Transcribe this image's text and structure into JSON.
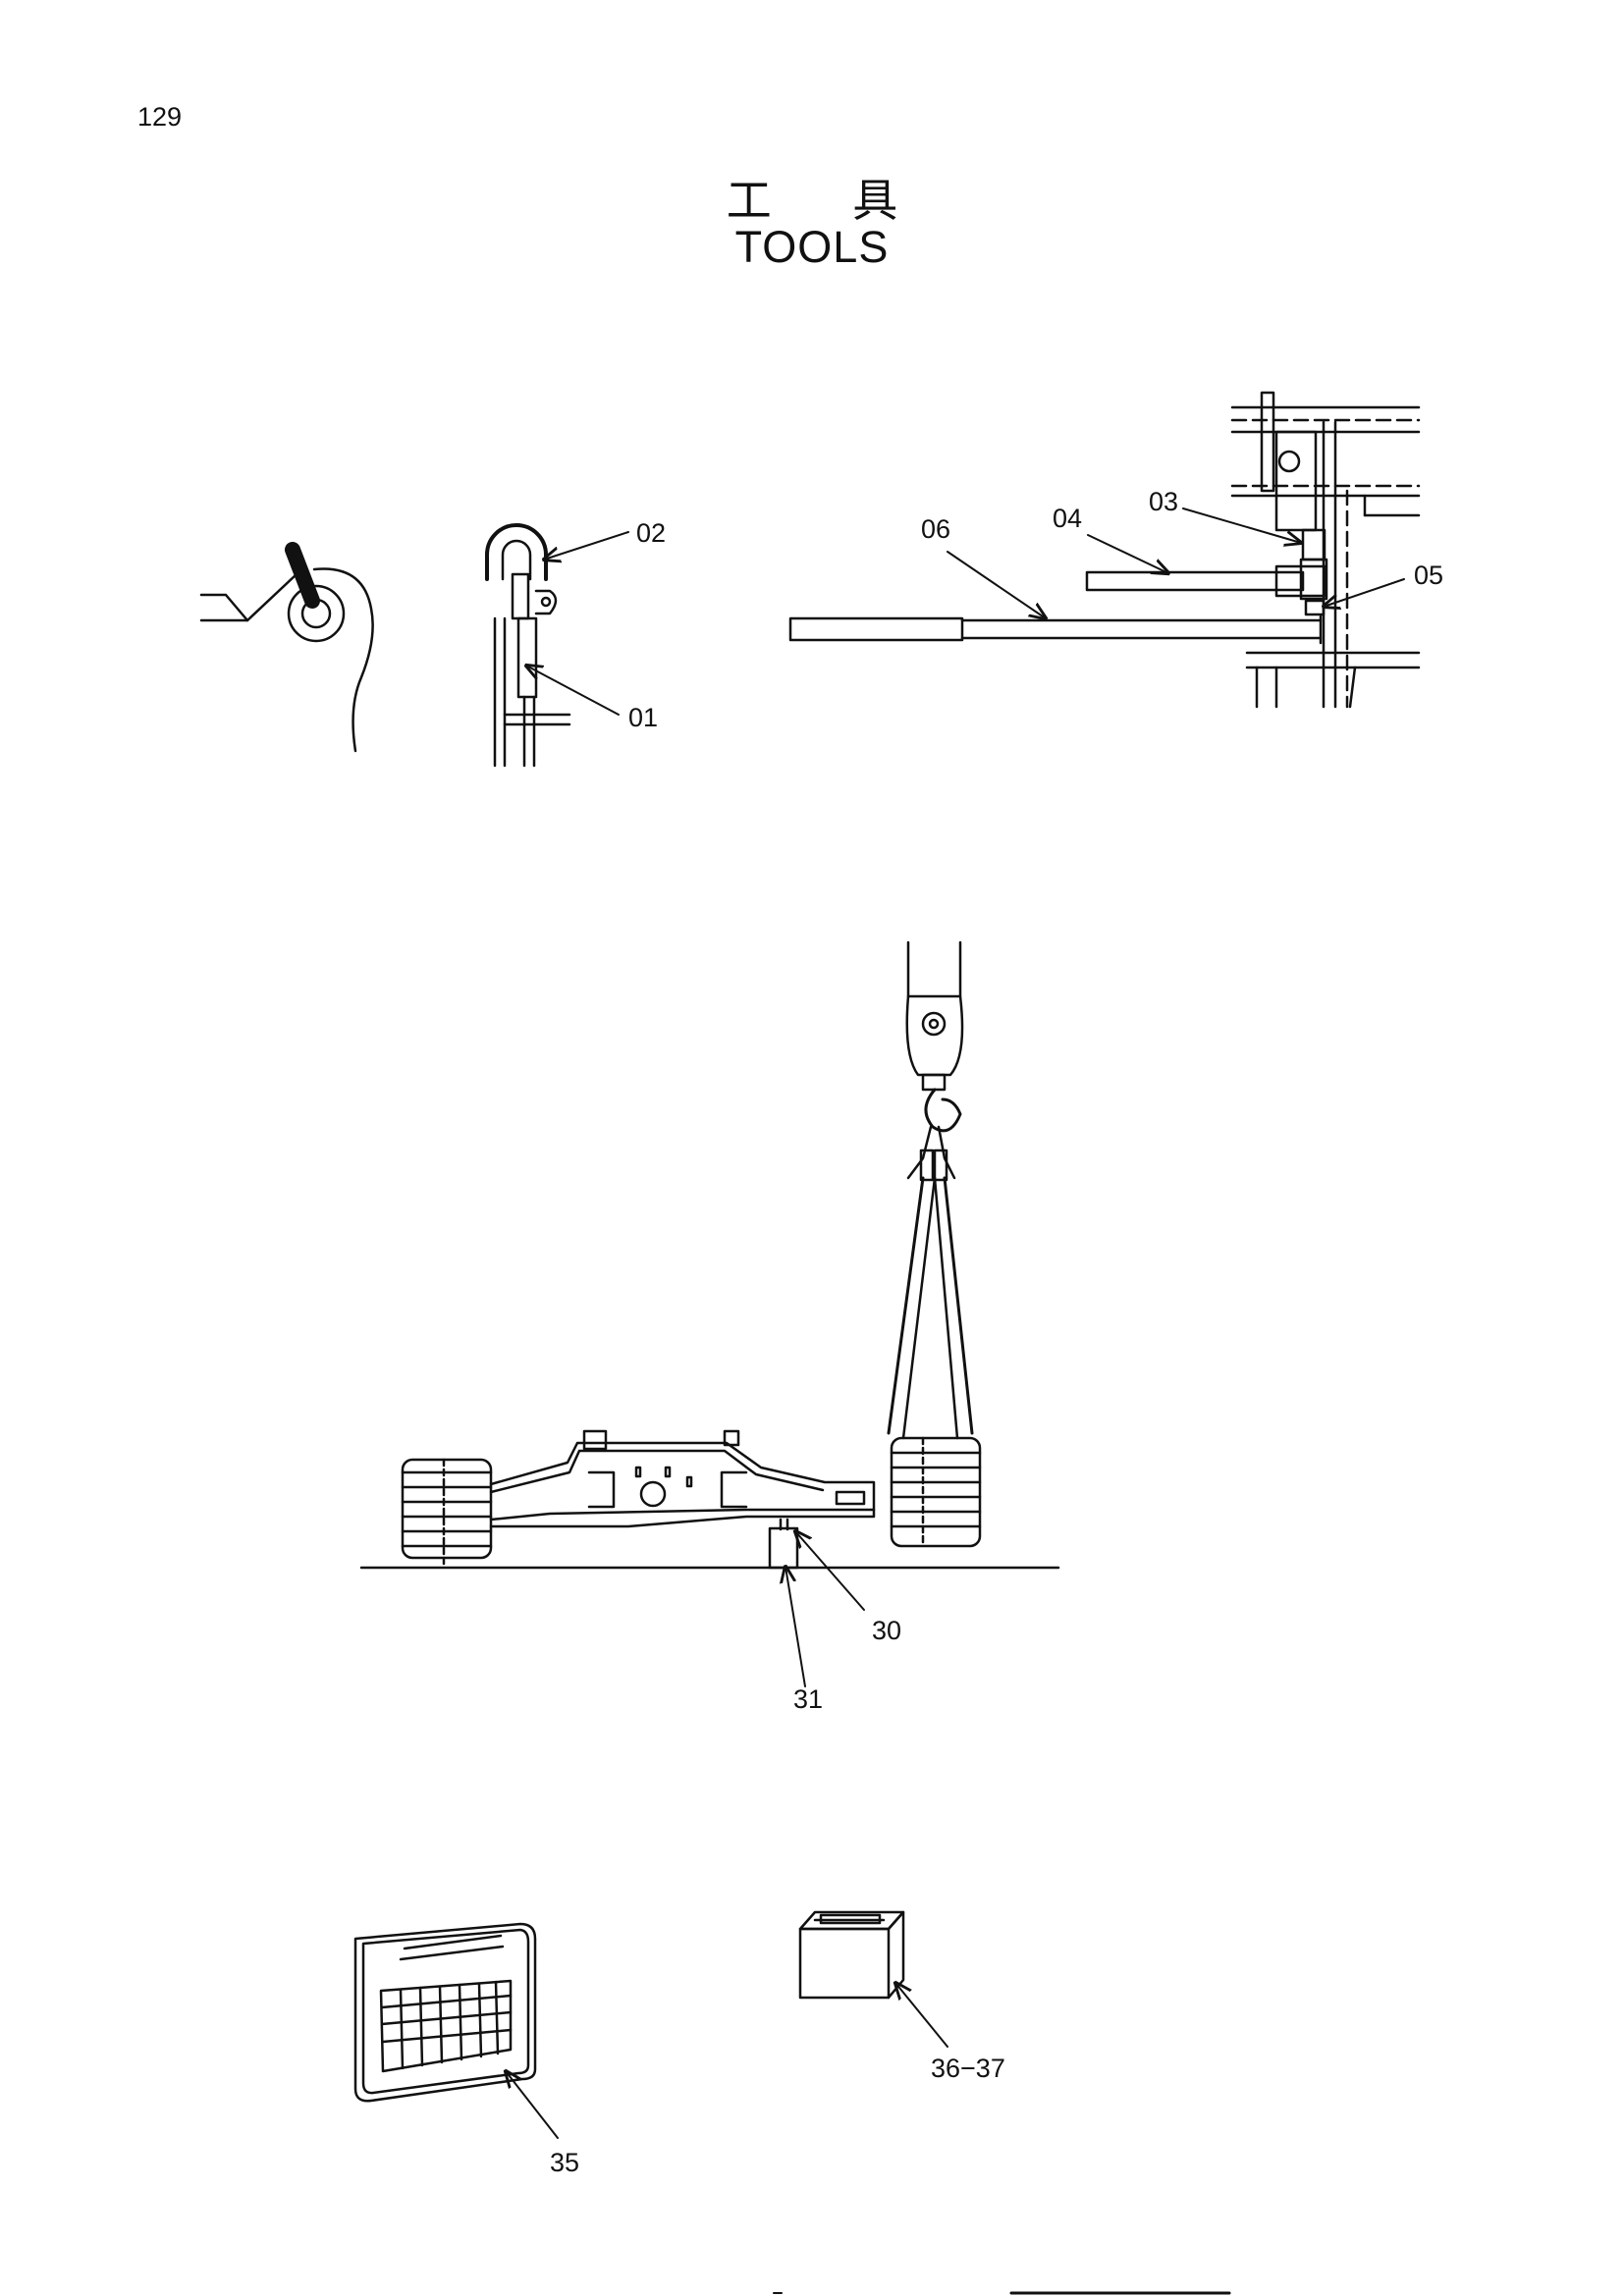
{
  "page": {
    "number": "129",
    "title_jp": "工 具",
    "title_en": "TOOLS"
  },
  "callouts": {
    "c01": "01",
    "c02": "02",
    "c03": "03",
    "c04": "04",
    "c05": "05",
    "c06": "06",
    "c30": "30",
    "c31": "31",
    "c35": "35",
    "c36_37": "36−37"
  },
  "colors": {
    "ink": "#111111",
    "paper": "#ffffff"
  }
}
